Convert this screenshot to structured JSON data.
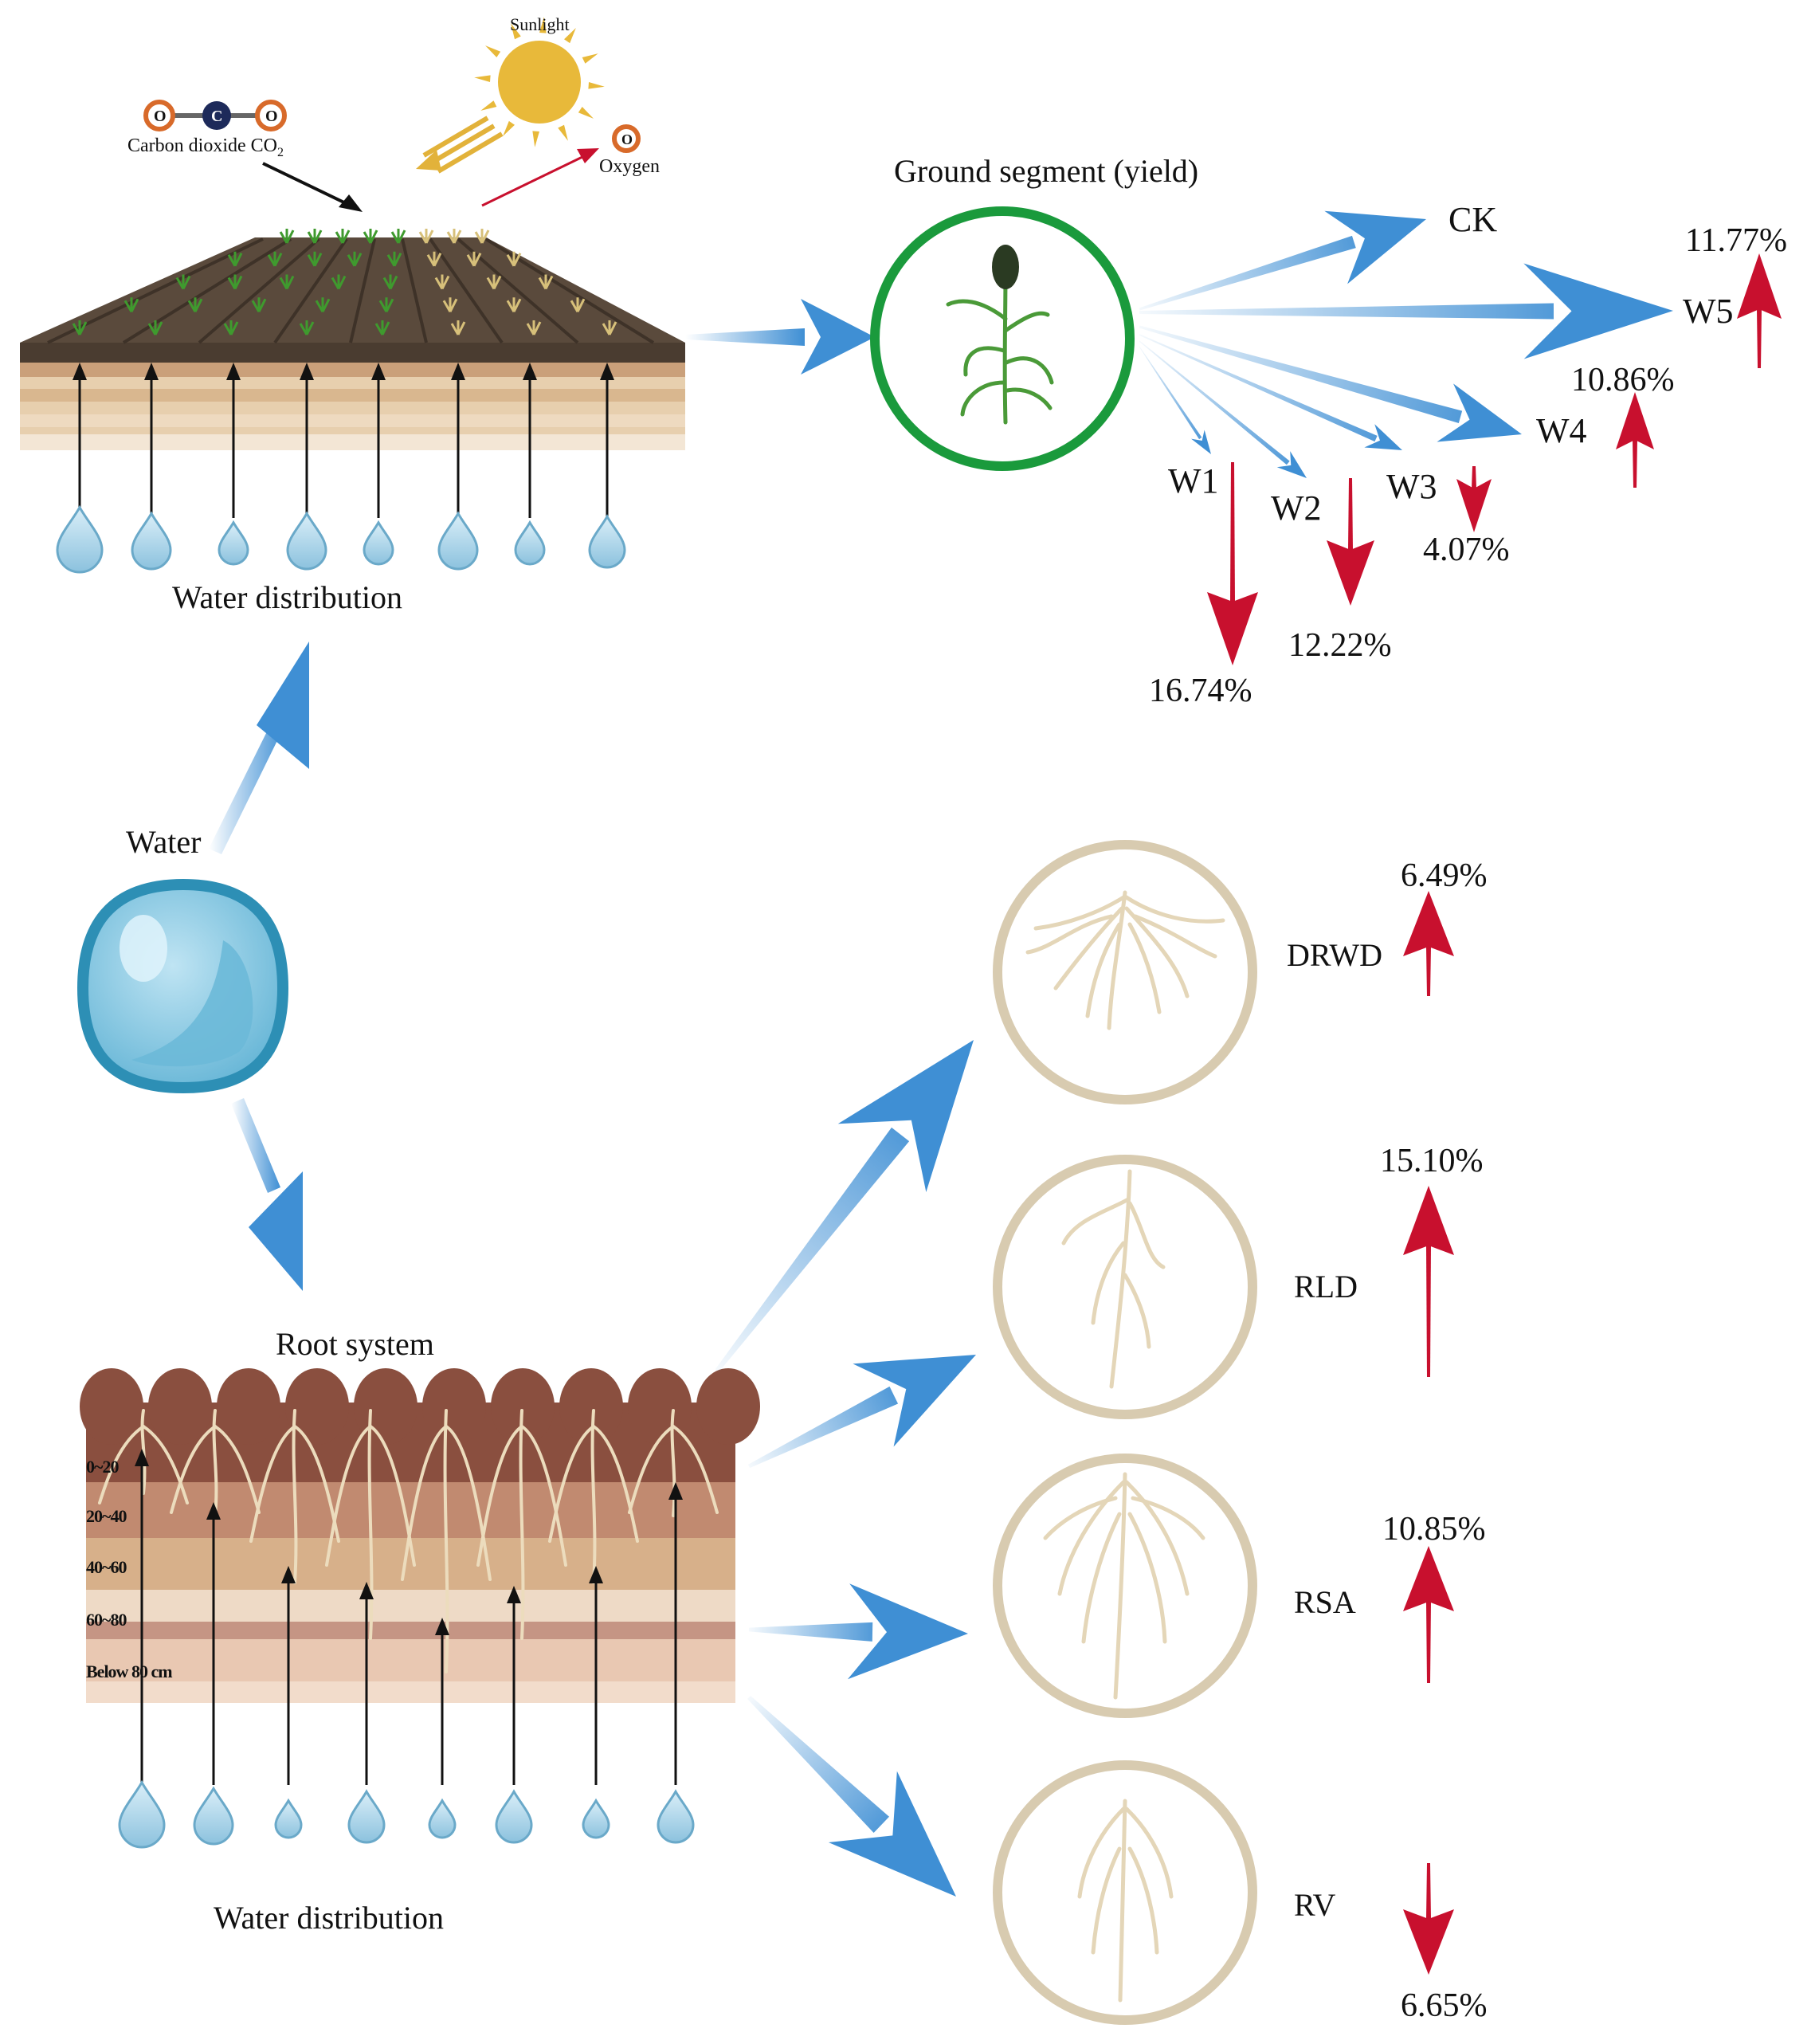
{
  "atmosphere": {
    "sunlight": "Sunlight",
    "carbon_dioxide": "Carbon dioxide CO",
    "carbon_dioxide_sub": "2",
    "co2_symbols": [
      "O",
      "C",
      "O"
    ],
    "oxygen": "Oxygen",
    "oxygen_symbol": "O"
  },
  "field": {
    "water_distribution": "Water distribution"
  },
  "water": {
    "label": "Water"
  },
  "ground": {
    "title": "Ground segment (yield)",
    "treatments": [
      {
        "id": "CK",
        "label": "CK"
      },
      {
        "id": "W1",
        "label": "W1",
        "change": "16.74%",
        "direction": "down"
      },
      {
        "id": "W2",
        "label": "W2",
        "change": "12.22%",
        "direction": "down"
      },
      {
        "id": "W3",
        "label": "W3",
        "change": "4.07%",
        "direction": "down"
      },
      {
        "id": "W4",
        "label": "W4",
        "change": "10.86%",
        "direction": "up"
      },
      {
        "id": "W5",
        "label": "W5",
        "change": "11.77%",
        "direction": "up"
      }
    ]
  },
  "roots": {
    "title": "Root system",
    "water_distribution": "Water distribution",
    "layers": [
      "0~20",
      "20~40",
      "40~60",
      "60~80",
      "Below 80 cm"
    ],
    "indicators": [
      {
        "label": "DRWD",
        "change": "6.49%",
        "direction": "up"
      },
      {
        "label": "RLD",
        "change": "15.10%",
        "direction": "up"
      },
      {
        "label": "RSA",
        "change": "10.85%",
        "direction": "up"
      },
      {
        "label": "RV",
        "change": "6.65%",
        "direction": "down"
      }
    ]
  },
  "colors": {
    "blue_arrow": "#3f8fd4",
    "red_arrow": "#c8102e",
    "ring_green": "#1a9a3c",
    "ring_tan": "#d8cbb0",
    "soil_dark": "#5a4a3c",
    "sun": "#e8b93a",
    "water_blue": "#2d8fb5"
  }
}
